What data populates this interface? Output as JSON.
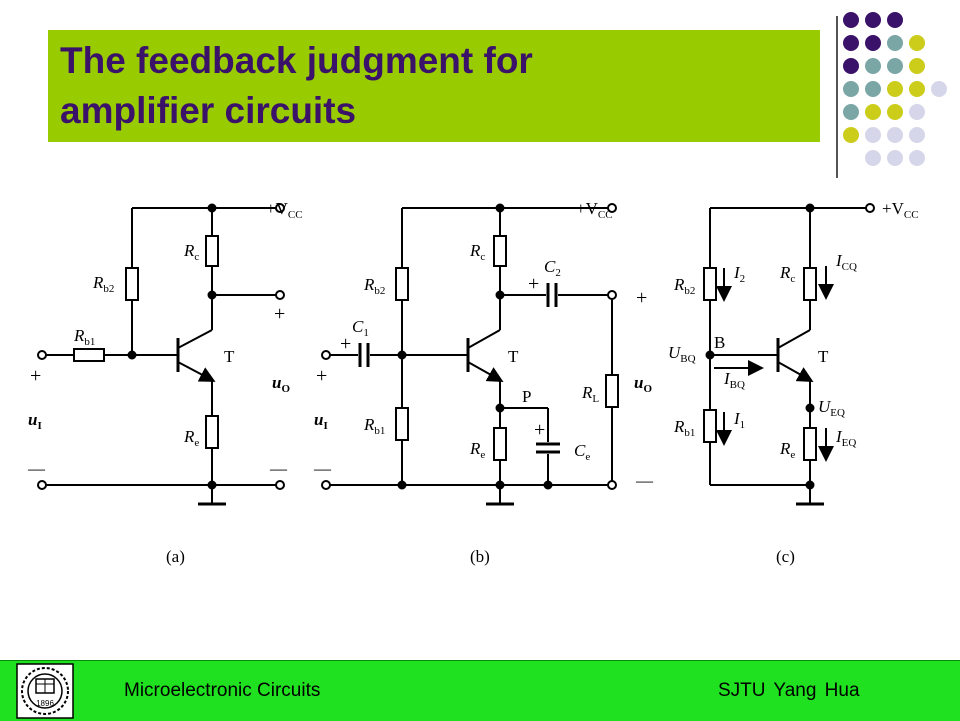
{
  "slide": {
    "title_line1": "The feedback judgment for",
    "title_line2": "amplifier circuits",
    "title_band_color": "#99cc00",
    "title_text_color": "#3b1269"
  },
  "decoration": {
    "dot_colors": {
      "purple": "#3b1269",
      "teal": "#7aa6a6",
      "yellow": "#cccc1a",
      "lavender": "#d6d6ea"
    },
    "dot_rows": [
      [
        "purple",
        "purple",
        "purple"
      ],
      [
        "purple",
        "purple",
        "teal",
        "yellow"
      ],
      [
        "purple",
        "teal",
        "teal",
        "yellow"
      ],
      [
        "teal",
        "teal",
        "yellow",
        "yellow",
        "lavender"
      ],
      [
        "teal",
        "yellow",
        "yellow",
        "lavender"
      ],
      [
        "yellow",
        "lavender",
        "lavender",
        "lavender"
      ],
      [
        "lavender",
        "lavender",
        "lavender"
      ]
    ]
  },
  "circuits": {
    "a": {
      "caption": "(a)",
      "supply": "+V",
      "supply_sub": "CC",
      "labels": {
        "Rb2": "R",
        "Rb2_sub": "b2",
        "Rb1": "R",
        "Rb1_sub": "b1",
        "Rc": "R",
        "Rc_sub": "c",
        "Re": "R",
        "Re_sub": "e",
        "T": "T",
        "uI": "u",
        "uI_sub": "I",
        "uO": "u",
        "uO_sub": "O",
        "plus": "+",
        "minus": "—"
      }
    },
    "b": {
      "caption": "(b)",
      "supply": "+V",
      "supply_sub": "CC",
      "labels": {
        "Rb2": "R",
        "Rb2_sub": "b2",
        "Rb1": "R",
        "Rb1_sub": "b1",
        "Rc": "R",
        "Rc_sub": "c",
        "Re": "R",
        "Re_sub": "e",
        "RL": "R",
        "RL_sub": "L",
        "C1": "C",
        "C1_sub": "1",
        "C2": "C",
        "C2_sub": "2",
        "Ce": "C",
        "Ce_sub": "e",
        "P": "P",
        "T": "T",
        "uI": "u",
        "uI_sub": "I",
        "uO": "u",
        "uO_sub": "O",
        "plus": "+",
        "minus": "—"
      }
    },
    "c": {
      "caption": "(c)",
      "supply": "+V",
      "supply_sub": "CC",
      "labels": {
        "Rb2": "R",
        "Rb2_sub": "b2",
        "Rb1": "R",
        "Rb1_sub": "b1",
        "Rc": "R",
        "Rc_sub": "c",
        "Re": "R",
        "Re_sub": "e",
        "I2": "I",
        "I2_sub": "2",
        "I1": "I",
        "I1_sub": "1",
        "ICQ": "I",
        "ICQ_sub": "CQ",
        "IEQ": "I",
        "IEQ_sub": "EQ",
        "IBQ": "I",
        "IBQ_sub": "BQ",
        "UBQ": "U",
        "UBQ_sub": "BQ",
        "UEQ": "U",
        "UEQ_sub": "EQ",
        "B": "B",
        "T": "T"
      }
    }
  },
  "footer": {
    "left_text": "Microelectronic Circuits",
    "right_text": "SJTU  Yang Hua",
    "logo_year": "1896",
    "background": "#1fe11f"
  }
}
